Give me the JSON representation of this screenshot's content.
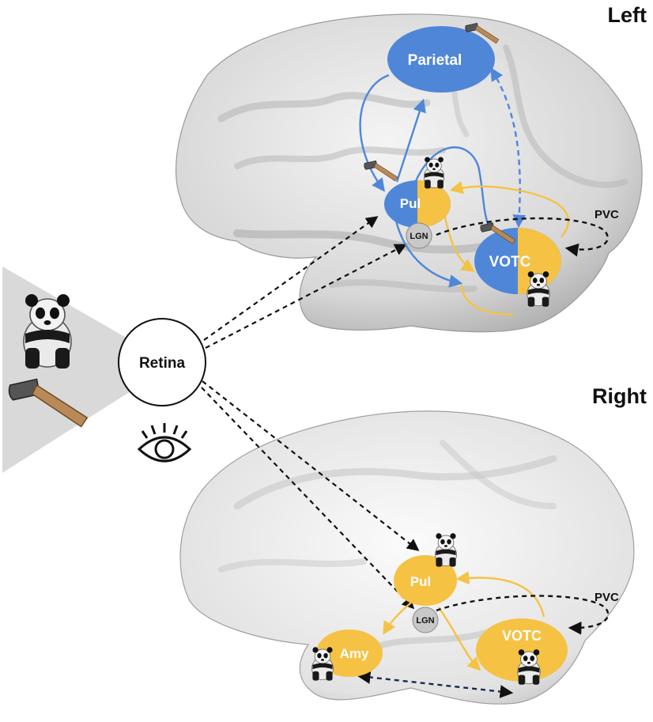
{
  "hemispheres": {
    "left_title": "Left",
    "right_title": "Right"
  },
  "input": {
    "retina": "Retina",
    "stimuli_icons": [
      "panda-image",
      "hammer-image"
    ],
    "eye_icon": "eye-icon"
  },
  "left_nodes": {
    "parietal": "Parietal",
    "pul": "Pul",
    "lgn": "LGN",
    "votc": "VOTC",
    "pvc": "PVC"
  },
  "right_nodes": {
    "pul": "Pul",
    "lgn": "LGN",
    "votc": "VOTC",
    "amy": "Amy",
    "pvc": "PVC"
  },
  "colors": {
    "tool_pathway": "#4f86d8",
    "animal_pathway": "#f5c244",
    "subcortical_input": "#111111",
    "lgn_node": "#c8c8c8"
  }
}
